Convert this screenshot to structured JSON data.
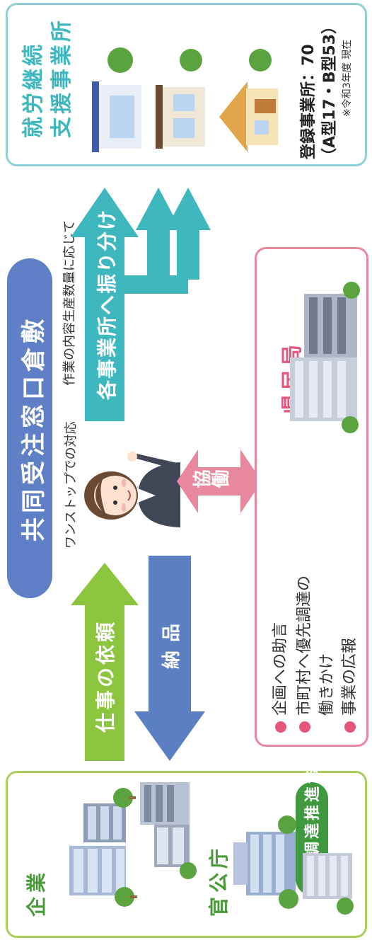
{
  "colors": {
    "green": "#8cc63f",
    "dark_green": "#4a9a3a",
    "blue": "#5b7fc2",
    "teal": "#3fb7bf",
    "pink": "#e7889f",
    "pink_text": "#e7567a",
    "navy": "#2f4f9f",
    "light_blue": "#dfe8f7"
  },
  "companies": {
    "kigyo_label": "企業",
    "kankocho_label": "官公庁",
    "badge_text": "優先調達推進法"
  },
  "center": {
    "title": "共同受注窓口倉敷",
    "onestop": "ワンストップでの対応",
    "request_label": "仕事の依頼",
    "delivery_label": "納品",
    "allocate_caption": "作業の内容生産数量に応じて",
    "allocate_label": "各事業所へ振り分け",
    "coop_label": "協働"
  },
  "prefecture": {
    "title": "県民局",
    "items": [
      "企画への助言",
      "市町村へ優先調達の",
      "働きかけ",
      "事業の広報"
    ]
  },
  "offices": {
    "title_line1": "就労継続",
    "title_line2": "支援事業所",
    "count_line": "登録事業所：70",
    "type_line": "（A型17・B型53）",
    "note": "※令和3年度 現在"
  },
  "icons": [
    "company-building-icon",
    "government-building-icon",
    "person-icon",
    "house-icon",
    "prefecture-building-icon",
    "tree-icon",
    "bullet-dot-icon"
  ]
}
